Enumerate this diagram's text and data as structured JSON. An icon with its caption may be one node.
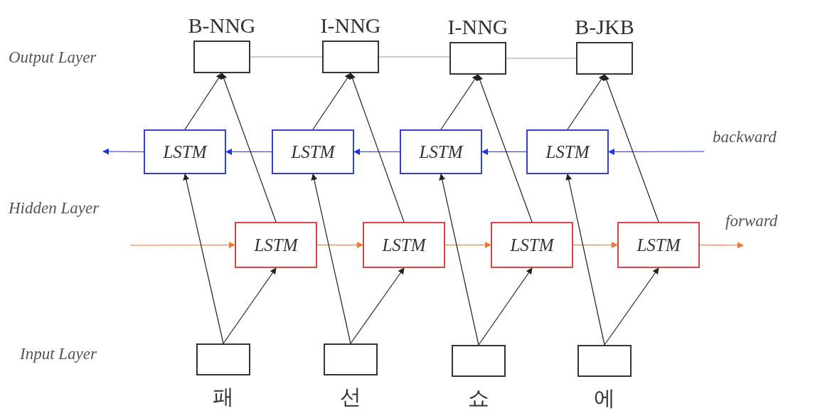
{
  "diagram": {
    "nodes": [
      {
        "text": [
          "B-NNG"
        ]
      },
      {
        "text": [
          "I-NNG"
        ]
      },
      {
        "text": [
          "I-NNG"
        ]
      },
      {
        "text": [
          "B-JKB"
        ]
      },
      {
        "text": [
          "LSTM"
        ]
      },
      {
        "text": [
          "LSTM"
        ]
      },
      {
        "text": [
          "LSTM"
        ]
      },
      {
        "text": [
          "LSTM"
        ]
      },
      {
        "text": [
          "LSTM"
        ]
      },
      {
        "text": [
          "LSTM"
        ]
      },
      {
        "text": [
          "LSTM"
        ]
      },
      {
        "text": [
          "LSTM"
        ]
      },
      {
        "text": [
          "패"
        ]
      },
      {
        "text": [
          "선"
        ]
      },
      {
        "text": [
          "쇼"
        ]
      },
      {
        "text": [
          "에"
        ]
      }
    ],
    "edges": [
      {
        "from": 0,
        "to": 1,
        "arrow": "none",
        "color": "#999999"
      },
      {
        "from": 1,
        "to": 2,
        "arrow": "none",
        "color": "#999999"
      },
      {
        "from": 2,
        "to": 3,
        "arrow": "none",
        "color": "#999999"
      },
      {
        "from": null,
        "to": 7,
        "arrow": "to",
        "color": "#2233dd"
      },
      {
        "from": 7,
        "to": 6,
        "arrow": "to",
        "color": "#2233dd"
      },
      {
        "from": 6,
        "to": 5,
        "arrow": "to",
        "color": "#2233dd"
      },
      {
        "from": 5,
        "to": 4,
        "arrow": "to",
        "color": "#2233dd"
      },
      {
        "from": 4,
        "to": null,
        "arrow": "to",
        "color": "#2233dd"
      },
      {
        "from": null,
        "to": 8,
        "arrow": "to",
        "color": "#ee7733"
      },
      {
        "from": 8,
        "to": 9,
        "arrow": "to",
        "color": "#ee7733"
      },
      {
        "from": 9,
        "to": 10,
        "arrow": "to",
        "color": "#ee7733"
      },
      {
        "from": 10,
        "to": 11,
        "arrow": "to",
        "color": "#ee7733"
      },
      {
        "from": 11,
        "to": null,
        "arrow": "to",
        "color": "#ee7733"
      },
      {
        "from": 12,
        "to": 4,
        "arrow": "to"
      },
      {
        "from": 12,
        "to": 8,
        "arrow": "to"
      },
      {
        "from": 13,
        "to": 5,
        "arrow": "to"
      },
      {
        "from": 13,
        "to": 9,
        "arrow": "to"
      },
      {
        "from": 14,
        "to": 6,
        "arrow": "to"
      },
      {
        "from": 14,
        "to": 10,
        "arrow": "to"
      },
      {
        "from": 15,
        "to": 7,
        "arrow": "to"
      },
      {
        "from": 15,
        "to": 11,
        "arrow": "to"
      },
      {
        "from": 4,
        "to": 0,
        "arrow": "to"
      },
      {
        "from": 8,
        "to": 0,
        "arrow": "to"
      },
      {
        "from": 5,
        "to": 1,
        "arrow": "to"
      },
      {
        "from": 9,
        "to": 1,
        "arrow": "to"
      },
      {
        "from": 6,
        "to": 2,
        "arrow": "to"
      },
      {
        "from": 10,
        "to": 2,
        "arrow": "to"
      },
      {
        "from": 7,
        "to": 3,
        "arrow": "to"
      },
      {
        "from": 11,
        "to": 3,
        "arrow": "to"
      }
    ],
    "labels": [
      "Output Layer",
      "backward",
      "Hidden Layer",
      "forward",
      "Input Layer"
    ]
  }
}
